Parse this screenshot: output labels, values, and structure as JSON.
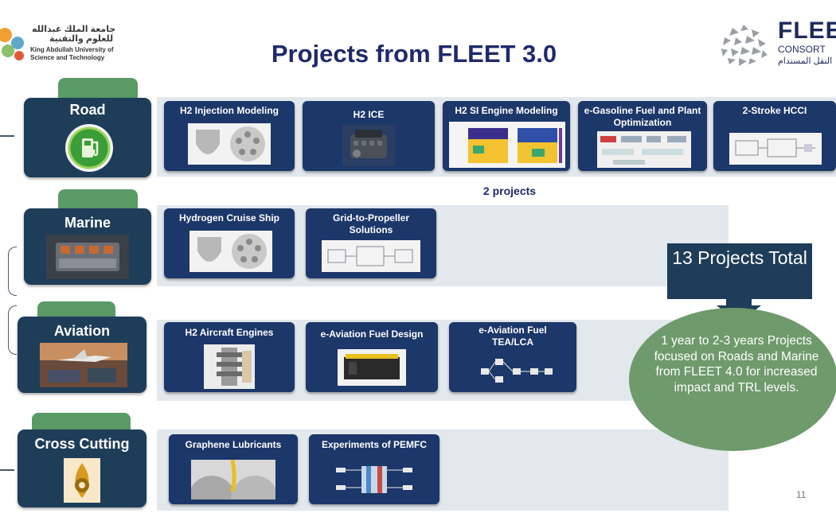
{
  "header": {
    "kaust_arabic_line1": "جامعة الملك عبدالله",
    "kaust_arabic_line2": "للعلوم والتقنية",
    "kaust_english_line1": "King Abdullah University of",
    "kaust_english_line2": "Science and Technology",
    "title": "Projects from FLEET 3.0",
    "fleet_name": "FLEE",
    "fleet_sub": "CONSORT",
    "fleet_arabic": "النقل المستدام"
  },
  "categories": {
    "road": {
      "label": "Road",
      "projects": [
        {
          "title": "H2 Injection Modeling"
        },
        {
          "title": "H2 ICE"
        },
        {
          "title": "H2 SI Engine Modeling"
        },
        {
          "title": "e-Gasoline Fuel and Plant Optimization"
        },
        {
          "title": "2-Stroke HCCI"
        }
      ],
      "note": "2 projects"
    },
    "marine": {
      "label": "Marine",
      "projects": [
        {
          "title": "Hydrogen Cruise Ship"
        },
        {
          "title": "Grid-to-Propeller Solutions"
        }
      ]
    },
    "aviation": {
      "label": "Aviation",
      "projects": [
        {
          "title": "H2 Aircraft Engines"
        },
        {
          "title": "e-Aviation Fuel Design"
        },
        {
          "title": "e-Aviation Fuel TEA/LCA"
        }
      ]
    },
    "cross": {
      "label": "Cross Cutting",
      "projects": [
        {
          "title": "Graphene Lubricants"
        },
        {
          "title": "Experiments of PEMFC"
        }
      ]
    }
  },
  "callout": {
    "total": "13 Projects Total",
    "description": "1 year to 2-3 years Projects focused on Roads and Marine from FLEET 4.0 for increased impact and TRL levels."
  },
  "page_number": "11",
  "colors": {
    "navy": "#1e3d58",
    "card": "#1c3769",
    "green": "#5a9a66",
    "band": "#e2e8ec",
    "title": "#1f2a6b"
  }
}
